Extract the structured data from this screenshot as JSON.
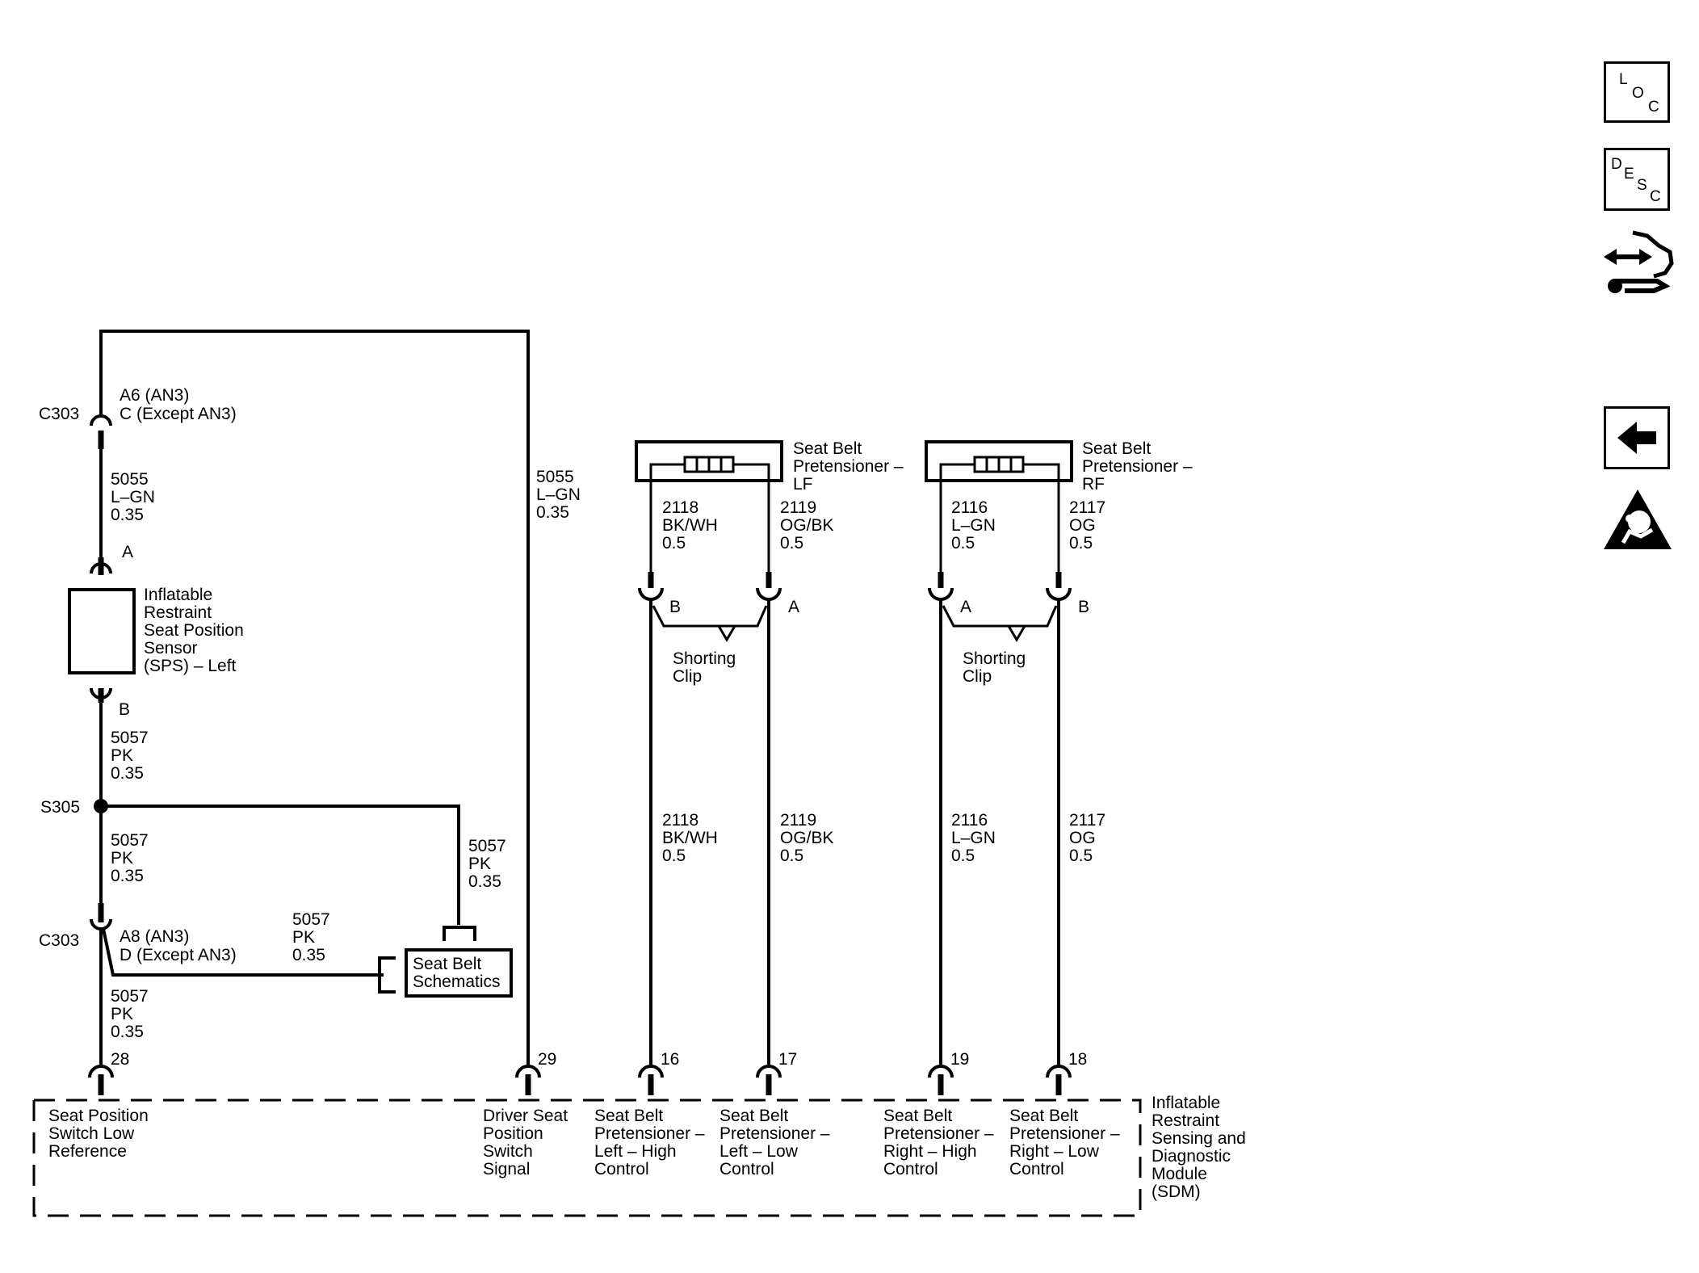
{
  "wires": {
    "c303_top_label": "C303",
    "c303_top_pin1": "A6 (AN3)",
    "c303_top_pin2": "C (Except AN3)",
    "w5055_left": [
      "5055",
      "L–GN",
      "0.35"
    ],
    "w5055_right": [
      "5055",
      "L–GN",
      "0.35"
    ],
    "sps_pin_a": "A",
    "sps_pin_b": "B",
    "sps_label": [
      "Inflatable",
      "Restraint",
      "Seat Position",
      "Sensor",
      "(SPS) – Left"
    ],
    "w5057_1": [
      "5057",
      "PK",
      "0.35"
    ],
    "s305_label": "S305",
    "w5057_2": [
      "5057",
      "PK",
      "0.35"
    ],
    "w5057_branch": [
      "5057",
      "PK",
      "0.35"
    ],
    "c303_bot_label": "C303",
    "c303_bot_pin1": "A8 (AN3)",
    "c303_bot_pin2": "D (Except AN3)",
    "w5057_to_sch": [
      "5057",
      "PK",
      "0.35"
    ],
    "seatbelt_schematics": [
      "Seat Belt",
      "Schematics"
    ],
    "w5057_3": [
      "5057",
      "PK",
      "0.35"
    ]
  },
  "pretensioner_lf": {
    "title": [
      "Seat Belt",
      "Pretensioner –",
      "LF"
    ],
    "wire_left_top": [
      "2118",
      "BK/WH",
      "0.5"
    ],
    "wire_right_top": [
      "2119",
      "OG/BK",
      "0.5"
    ],
    "pin_left": "B",
    "pin_right": "A",
    "shorting_clip": [
      "Shorting",
      "Clip"
    ],
    "wire_left_mid": [
      "2118",
      "BK/WH",
      "0.5"
    ],
    "wire_right_mid": [
      "2119",
      "OG/BK",
      "0.5"
    ]
  },
  "pretensioner_rf": {
    "title": [
      "Seat Belt",
      "Pretensioner –",
      "RF"
    ],
    "wire_left_top": [
      "2116",
      "L–GN",
      "0.5"
    ],
    "wire_right_top": [
      "2117",
      "OG",
      "0.5"
    ],
    "pin_left": "A",
    "pin_right": "B",
    "shorting_clip": [
      "Shorting",
      "Clip"
    ],
    "wire_left_mid": [
      "2116",
      "L–GN",
      "0.5"
    ],
    "wire_right_mid": [
      "2117",
      "OG",
      "0.5"
    ]
  },
  "sdm": {
    "pins": [
      "28",
      "29",
      "16",
      "17",
      "19",
      "18"
    ],
    "name": [
      "Inflatable",
      "Restraint",
      "Sensing and",
      "Diagnostic",
      "Module",
      "(SDM)"
    ],
    "functions": [
      [
        "Seat Position",
        "Switch Low",
        "Reference"
      ],
      [
        "Driver Seat",
        "Position",
        "Switch",
        "Signal"
      ],
      [
        "Seat Belt",
        "Pretensioner –",
        "Left – High",
        "Control"
      ],
      [
        "Seat Belt",
        "Pretensioner –",
        "Left – Low",
        "Control"
      ],
      [
        "Seat Belt",
        "Pretensioner –",
        "Right – High",
        "Control"
      ],
      [
        "Seat Belt",
        "Pretensioner –",
        "Right – Low",
        "Control"
      ]
    ]
  },
  "nav": {
    "loc": [
      "L",
      "O",
      "C"
    ],
    "desc": [
      "D",
      "E",
      "S",
      "C"
    ],
    "icons": [
      "component-locator-button",
      "description-button",
      "connector-end-view-icon",
      "back-arrow-icon",
      "airbag-warning-icon"
    ]
  }
}
